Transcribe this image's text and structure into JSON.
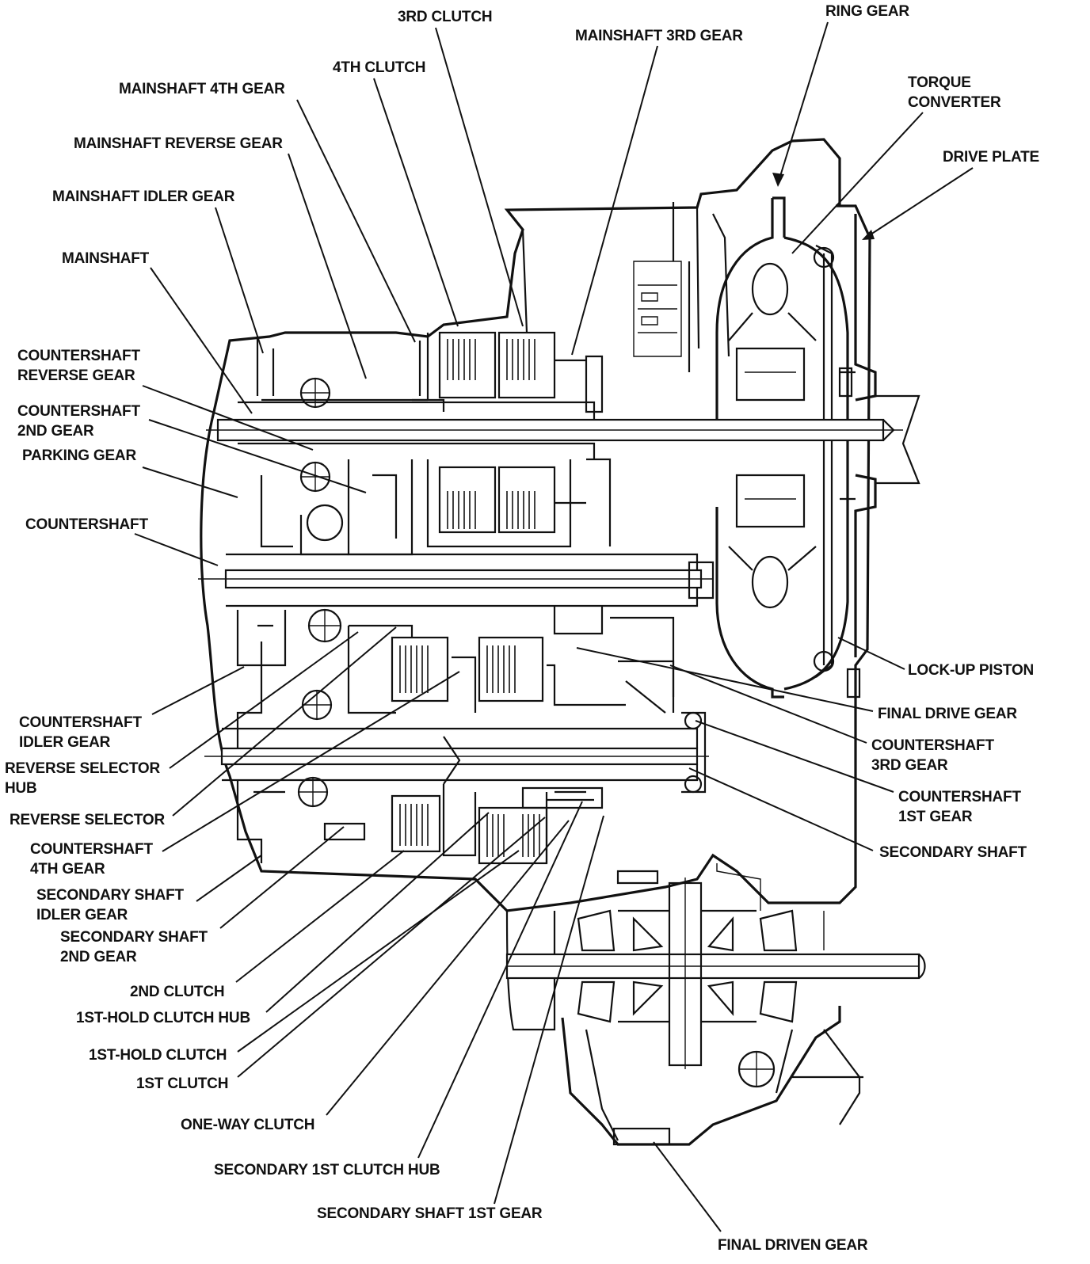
{
  "labels": {
    "ring_gear": "RING GEAR",
    "third_clutch": "3RD CLUTCH",
    "mainshaft_3rd_gear": "MAINSHAFT 3RD GEAR",
    "fourth_clutch": "4TH CLUTCH",
    "torque_converter_1": "TORQUE",
    "torque_converter_2": "CONVERTER",
    "mainshaft_4th_gear": "MAINSHAFT 4TH GEAR",
    "drive_plate": "DRIVE PLATE",
    "mainshaft_reverse_gear": "MAINSHAFT REVERSE GEAR",
    "mainshaft_idler_gear": "MAINSHAFT IDLER GEAR",
    "mainshaft": "MAINSHAFT",
    "countershaft_reverse_gear_1": "COUNTERSHAFT",
    "countershaft_reverse_gear_2": "REVERSE GEAR",
    "countershaft_2nd_gear_1": "COUNTERSHAFT",
    "countershaft_2nd_gear_2": "2ND GEAR",
    "parking_gear": "PARKING GEAR",
    "countershaft": "COUNTERSHAFT",
    "lock_up_piston": "LOCK-UP PISTON",
    "final_drive_gear": "FINAL DRIVE GEAR",
    "countershaft_idler_gear_1": "COUNTERSHAFT",
    "countershaft_idler_gear_2": "IDLER GEAR",
    "countershaft_3rd_gear_1": "COUNTERSHAFT",
    "countershaft_3rd_gear_2": "3RD GEAR",
    "reverse_selector_hub_1": "REVERSE SELECTOR",
    "reverse_selector_hub_2": "HUB",
    "countershaft_1st_gear_1": "COUNTERSHAFT",
    "countershaft_1st_gear_2": "1ST GEAR",
    "reverse_selector": "REVERSE SELECTOR",
    "countershaft_4th_gear_1": "COUNTERSHAFT",
    "countershaft_4th_gear_2": "4TH GEAR",
    "secondary_shaft": "SECONDARY SHAFT",
    "secondary_shaft_idler_gear_1": "SECONDARY SHAFT",
    "secondary_shaft_idler_gear_2": "IDLER GEAR",
    "secondary_shaft_2nd_gear_1": "SECONDARY SHAFT",
    "secondary_shaft_2nd_gear_2": "2ND GEAR",
    "second_clutch": "2ND CLUTCH",
    "first_hold_clutch_hub": "1ST-HOLD CLUTCH HUB",
    "first_hold_clutch": "1ST-HOLD CLUTCH",
    "first_clutch": "1ST CLUTCH",
    "one_way_clutch": "ONE-WAY CLUTCH",
    "secondary_1st_clutch_hub": "SECONDARY 1ST CLUTCH HUB",
    "secondary_shaft_1st_gear": "SECONDARY SHAFT 1ST GEAR",
    "final_driven_gear": "FINAL DRIVEN GEAR"
  }
}
